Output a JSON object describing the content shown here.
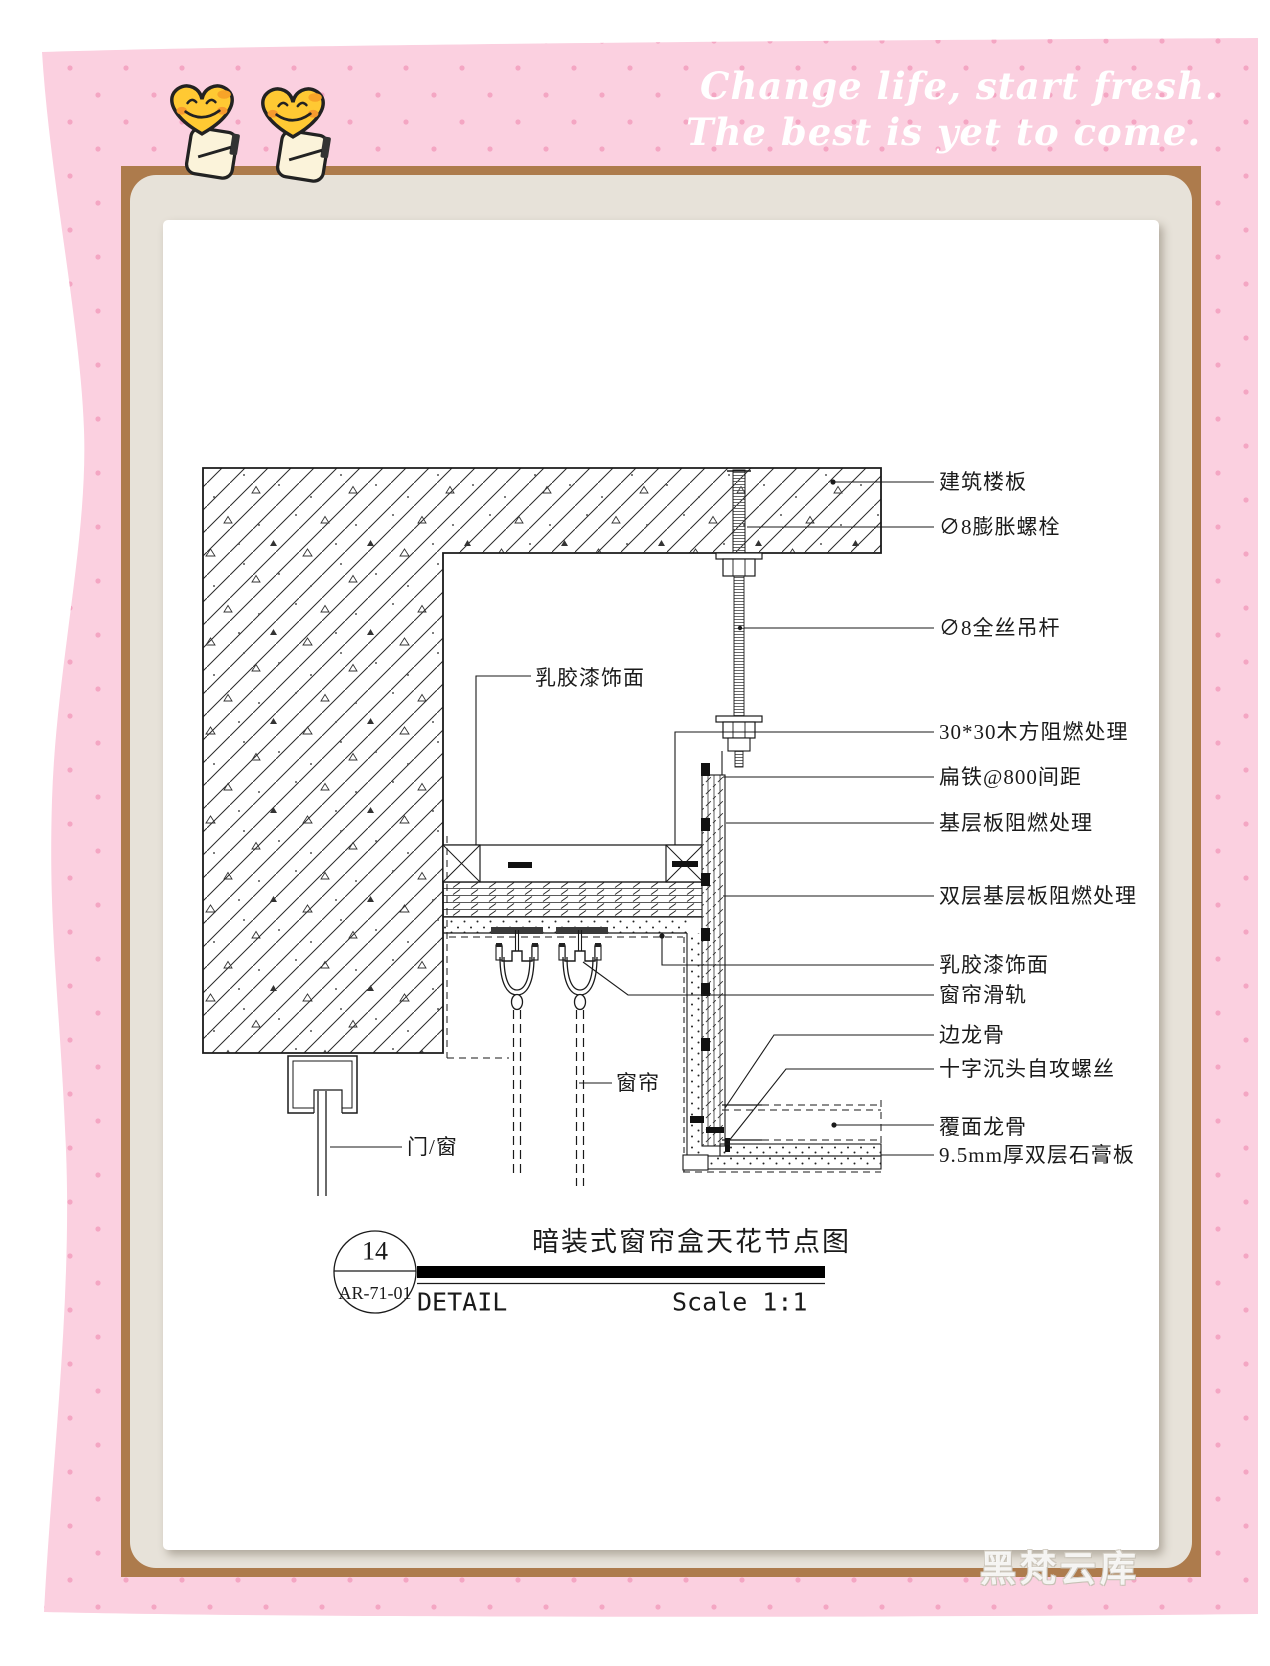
{
  "page": {
    "quote_line1": "Change life, start fresh.",
    "quote_line2": "The best is yet to come.",
    "watermark": "黑梵云库"
  },
  "colors": {
    "pink_bg": "#fbd0e0",
    "pink_dot": "#f4a6c3",
    "frame_brown": "#ad7b4c",
    "mat_beige": "#e7e2d9",
    "heart_yellow": "#ffc933",
    "heart_cheek": "#f79a2e",
    "line_black": "#1a1a1a"
  },
  "drawing": {
    "callouts_right": [
      {
        "label": "建筑楼板"
      },
      {
        "label": "∅8膨胀螺栓"
      },
      {
        "label": "∅8全丝吊杆"
      },
      {
        "label": "30*30木方阻燃处理"
      },
      {
        "label": "扁铁@800间距"
      },
      {
        "label": "基层板阻燃处理"
      },
      {
        "label": "双层基层板阻燃处理"
      },
      {
        "label": "乳胶漆饰面"
      },
      {
        "label": "窗帘滑轨"
      },
      {
        "label": "边龙骨"
      },
      {
        "label": "十字沉头自攻螺丝"
      },
      {
        "label": "覆面龙骨"
      },
      {
        "label": "9.5mm厚双层石膏板"
      }
    ],
    "callouts_left": [
      {
        "label": "乳胶漆饰面"
      },
      {
        "label": "窗帘"
      },
      {
        "label": "门/窗"
      }
    ],
    "title_block": {
      "detail_number": "14",
      "sheet_code": "AR-71-01",
      "title": "暗装式窗帘盒天花节点图",
      "type_label": "DETAIL",
      "scale_label": "Scale 1:1"
    }
  }
}
